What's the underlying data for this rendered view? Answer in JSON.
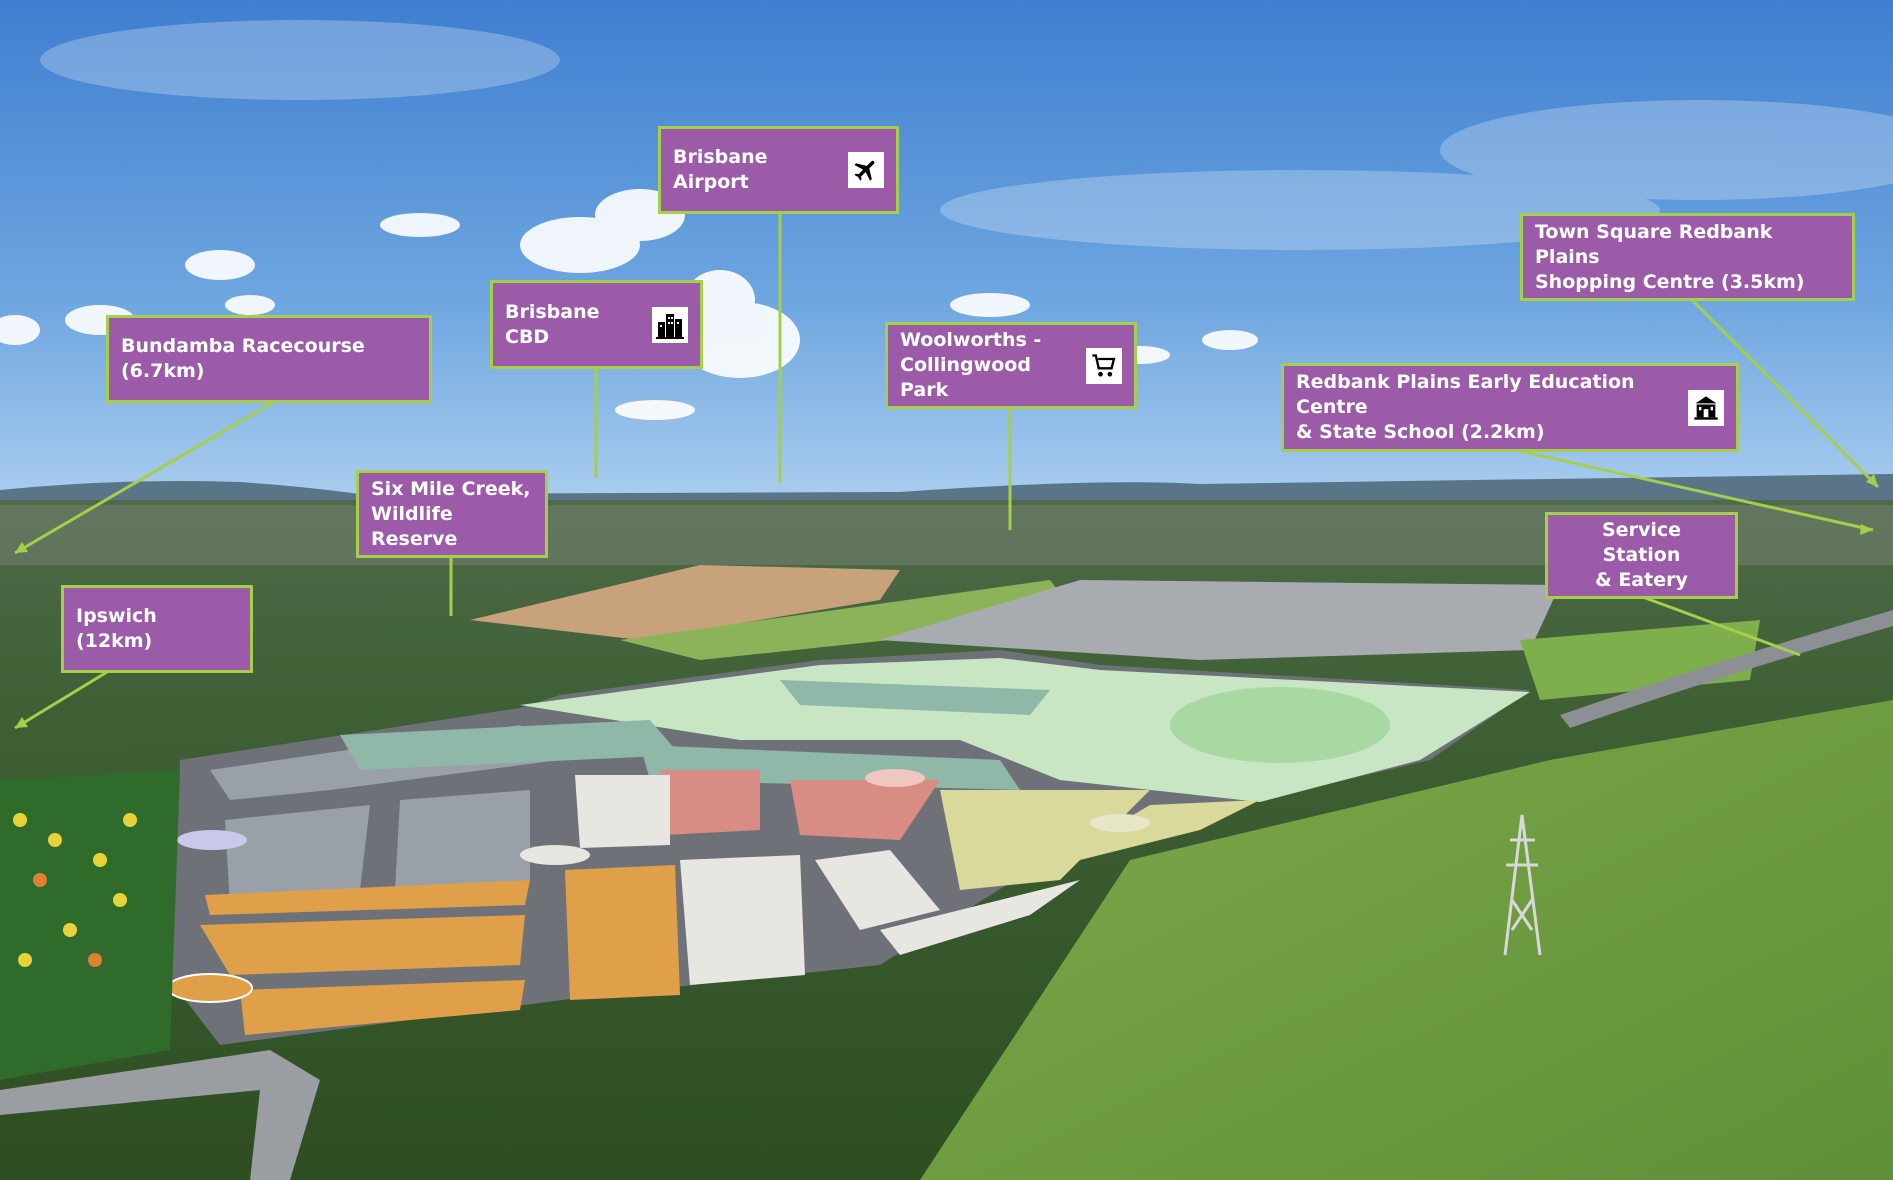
{
  "labels": {
    "brisbane_airport": {
      "text": "Brisbane Airport",
      "icon": "airplane-icon"
    },
    "brisbane_cbd": {
      "text": "Brisbane CBD",
      "icon": "city-buildings-icon"
    },
    "bundamba": {
      "text": "Bundamba Racecourse (6.7km)"
    },
    "woolworths": {
      "text": "Woolworths -\nCollingwood Park",
      "icon": "shopping-cart-icon"
    },
    "town_square": {
      "text": "Town Square Redbank Plains\nShopping Centre (3.5km)"
    },
    "redbank_school": {
      "text": "Redbank Plains Early Education Centre\n& State School (2.2km)",
      "icon": "school-icon"
    },
    "six_mile_creek": {
      "text": "Six Mile Creek,\nWildlife Reserve"
    },
    "ipswich": {
      "text": "Ipswich (12km)"
    },
    "service_station": {
      "text": "Service Station\n& Eatery"
    }
  },
  "colors": {
    "label_fill": "#9b5ba8",
    "label_border": "#a5cf4a",
    "leader_line": "#a5cf4a",
    "stage_orange": "#e0a04a",
    "stage_pink": "#d98c84",
    "stage_yellow": "#d8d99a",
    "stage_grey": "#9aa0a8",
    "stage_teal": "#8fb8a8",
    "park_green": "#c8e6c4"
  }
}
